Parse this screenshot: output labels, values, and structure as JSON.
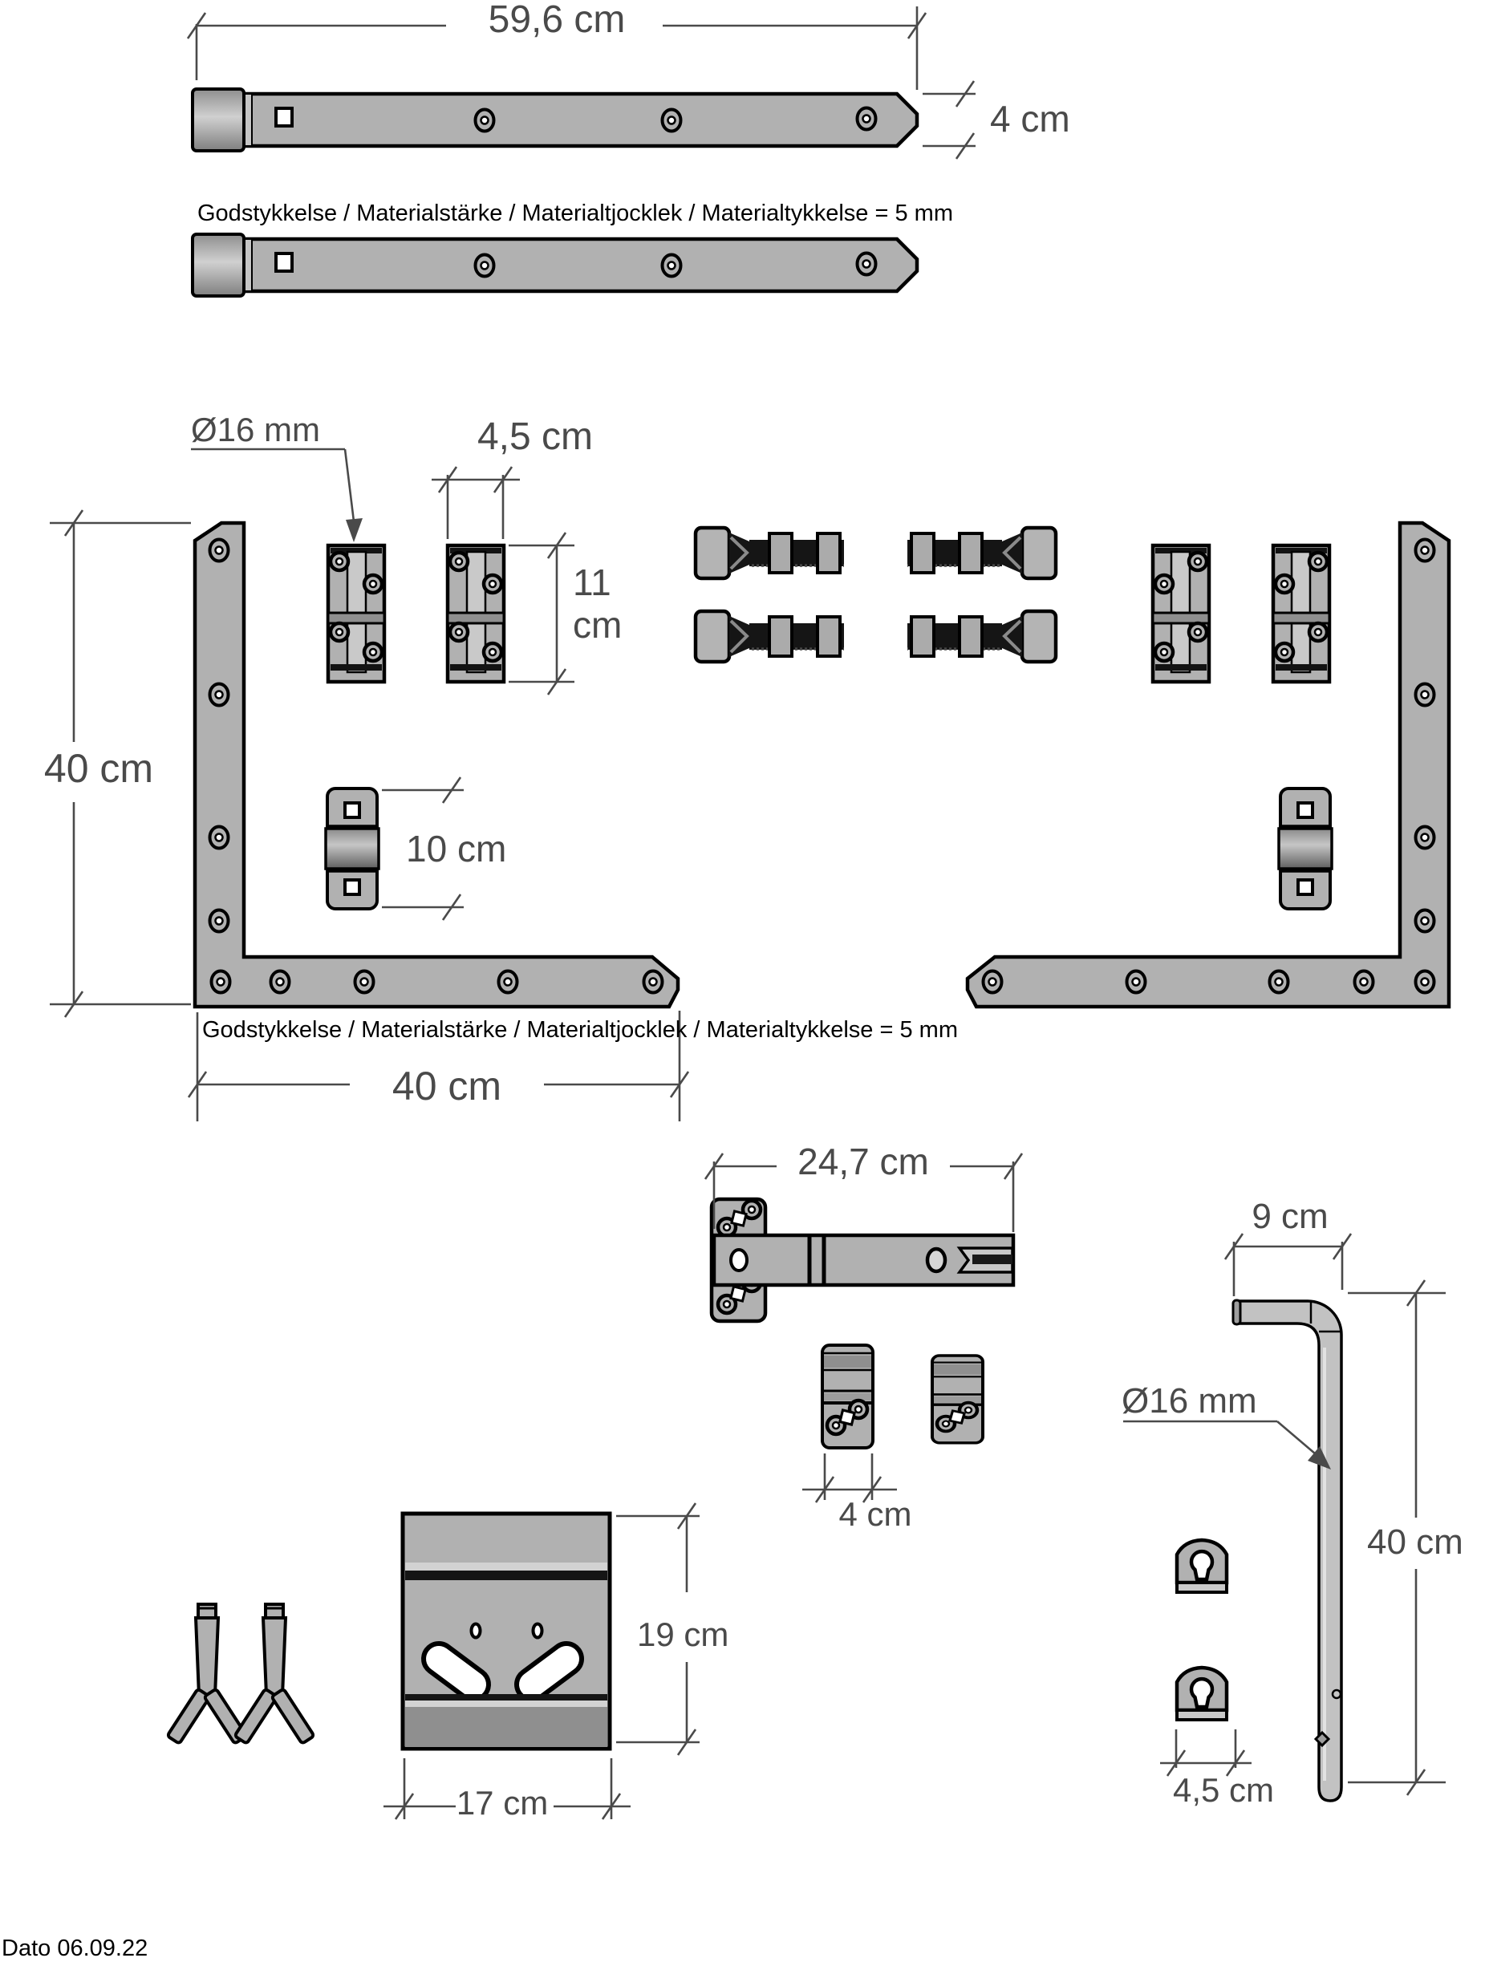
{
  "labels": {
    "strap_length": "59,6 cm",
    "strap_height": "4 cm",
    "material_note": "Godstykkelse / Materialstärke / Materialtjocklek / Materialtykkelse = 5 mm",
    "pin_diameter_top": "Ø16 mm",
    "hinge_plate_width": "4,5 cm",
    "hinge_plate_height": "11 cm",
    "bracket_vertical_length": "40 cm",
    "clamp_plate_length": "10 cm",
    "bracket_horizontal_length": "40 cm",
    "latch_length": "24,7 cm",
    "keeper_width": "4 cm",
    "drop_pin_arm_length": "9 cm",
    "drop_pin_diameter": "Ø16 mm",
    "drop_pin_length": "40 cm",
    "strike_plate_height": "19 cm",
    "strike_plate_width": "17 cm",
    "staple_width": "4,5 cm",
    "date": "Dato 06.09.22"
  },
  "colors": {
    "part_fill": "#b1b1b1",
    "part_shadow": "#8f8f8f",
    "outline": "#000000",
    "dimension_gray": "#4a4a4a",
    "text": "#000000"
  }
}
